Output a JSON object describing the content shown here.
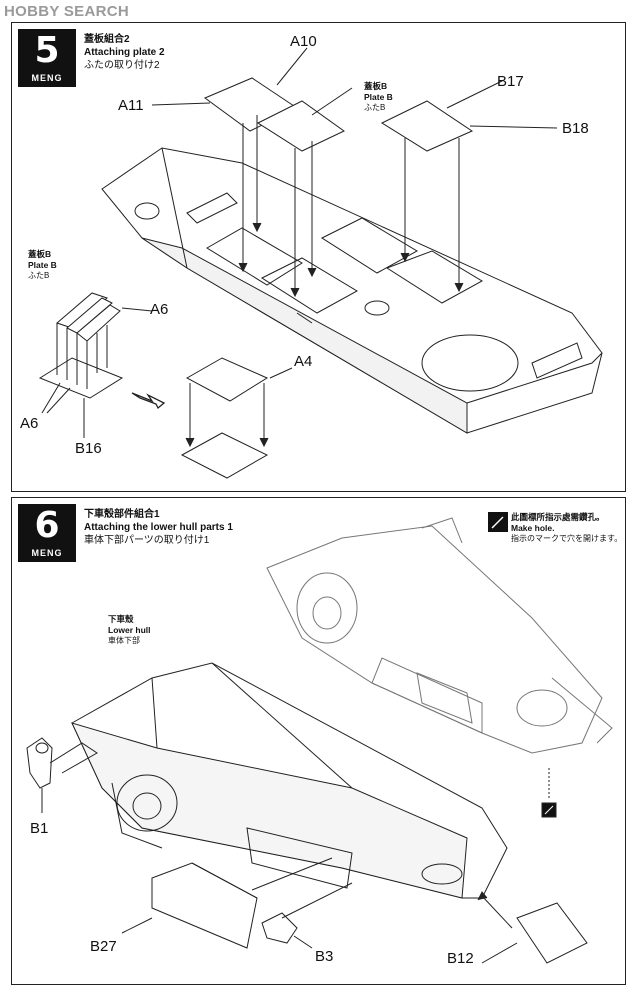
{
  "watermark": "HOBBY SEARCH",
  "brand": "MENG",
  "steps": [
    {
      "number": "5",
      "title_zh": "蓋板組合2",
      "title_en": "Attaching plate 2",
      "title_ja": "ふたの取り付け2",
      "labels": [
        "A10",
        "A11",
        "B17",
        "B18",
        "A6",
        "A6",
        "B16",
        "A4"
      ],
      "sub_labels": [
        {
          "zh": "蓋板B",
          "en": "Plate B",
          "ja": "ふたB"
        },
        {
          "zh": "蓋板B",
          "en": "Plate B",
          "ja": "ふたB"
        }
      ]
    },
    {
      "number": "6",
      "title_zh": "下車殼部件組合1",
      "title_en": "Attaching the lower hull parts 1",
      "title_ja": "車体下部パーツの取り付け1",
      "labels": [
        "B1",
        "B27",
        "B3",
        "B12"
      ],
      "hull_label": {
        "zh": "下車殼",
        "en": "Lower hull",
        "ja": "車体下部"
      },
      "note": {
        "zh": "此圖標所指示處需鑽孔。",
        "en": "Make hole.",
        "ja": "指示のマークで穴を開けます。"
      }
    }
  ],
  "icons": [
    "drill-icon",
    "hole-marker-icon"
  ]
}
